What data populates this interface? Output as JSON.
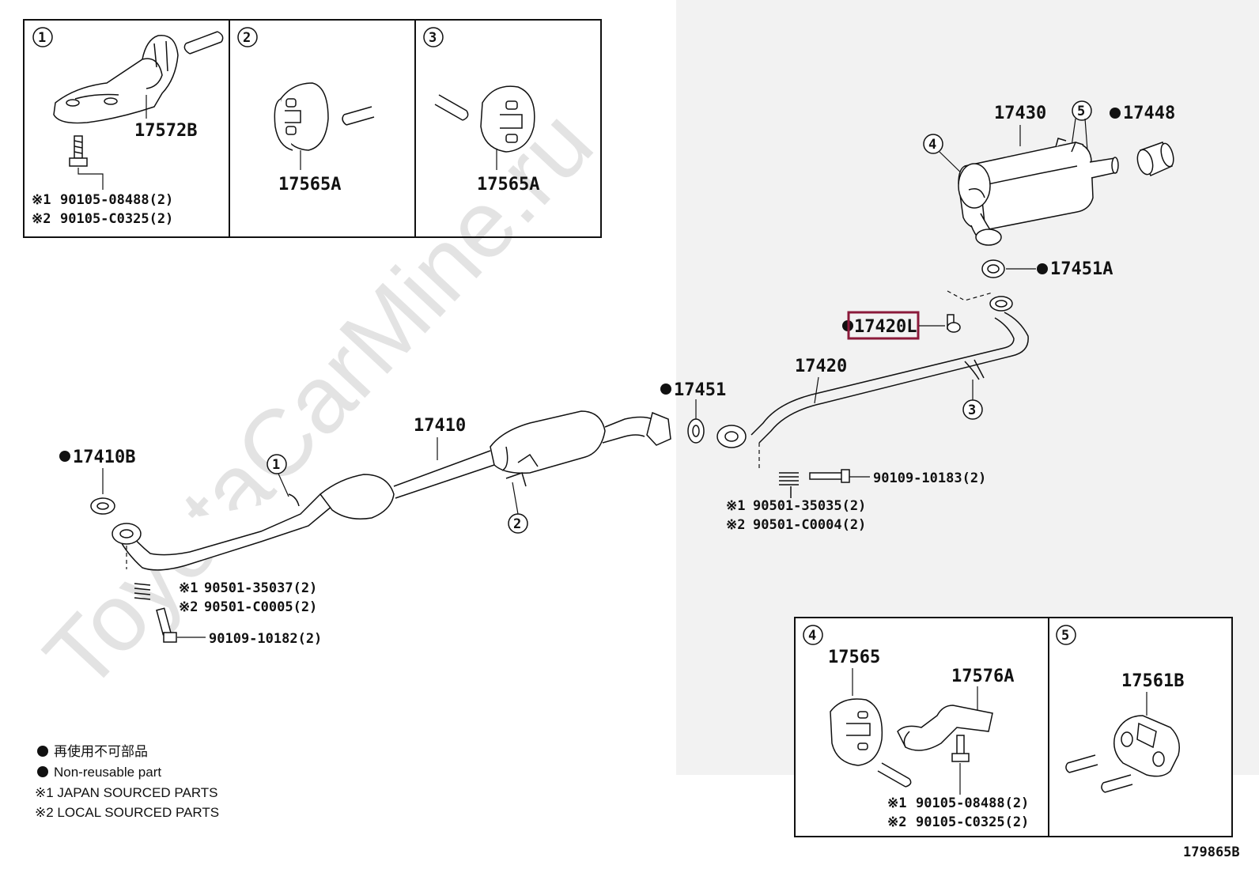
{
  "diagram_id": "179865B",
  "watermark": "ToyotaCarMine.ru",
  "colors": {
    "background": "#ffffff",
    "shaded_panel": "#f2f2f2",
    "line": "#111111",
    "highlight": "#8b1a3a"
  },
  "callout_numbers": [
    "1",
    "2",
    "3",
    "4",
    "5"
  ],
  "insets": {
    "inset1": {
      "number": "1",
      "part": "17572B",
      "bolts": [
        {
          "mark": "※1",
          "code": "90105-08488(2)"
        },
        {
          "mark": "※2",
          "code": "90105-C0325(2)"
        }
      ]
    },
    "inset2": {
      "number": "2",
      "part": "17565A"
    },
    "inset3": {
      "number": "3",
      "part": "17565A"
    },
    "inset4": {
      "number": "4",
      "part_a": "17565",
      "part_b": "17576A",
      "bolts": [
        {
          "mark": "※1",
          "code": "90105-08488(2)"
        },
        {
          "mark": "※2",
          "code": "90105-C0325(2)"
        }
      ]
    },
    "inset5": {
      "number": "5",
      "part": "17561B"
    }
  },
  "parts": {
    "muffler": "17430",
    "tail_cover": "17448",
    "gasket_tail": "17451A",
    "highlighted": "17420L",
    "center_pipe": "17420",
    "gasket_center": "17451",
    "front_pipe": "17410",
    "gasket_front": "17410B"
  },
  "hardware_right": {
    "bolt": "90109-10183(2)",
    "springs": [
      {
        "mark": "※1",
        "code": "90501-35035(2)"
      },
      {
        "mark": "※2",
        "code": "90501-C0004(2)"
      }
    ]
  },
  "hardware_left": {
    "bolt": "90109-10182(2)",
    "springs": [
      {
        "mark": "※1",
        "code": "90501-35037(2)"
      },
      {
        "mark": "※2",
        "code": "90501-C0005(2)"
      }
    ]
  },
  "legend": {
    "nonreusable_jp": "再使用不可部品",
    "nonreusable_en": "Non-reusable part",
    "note1": "※1 JAPAN SOURCED PARTS",
    "note2": "※2 LOCAL SOURCED PARTS"
  }
}
